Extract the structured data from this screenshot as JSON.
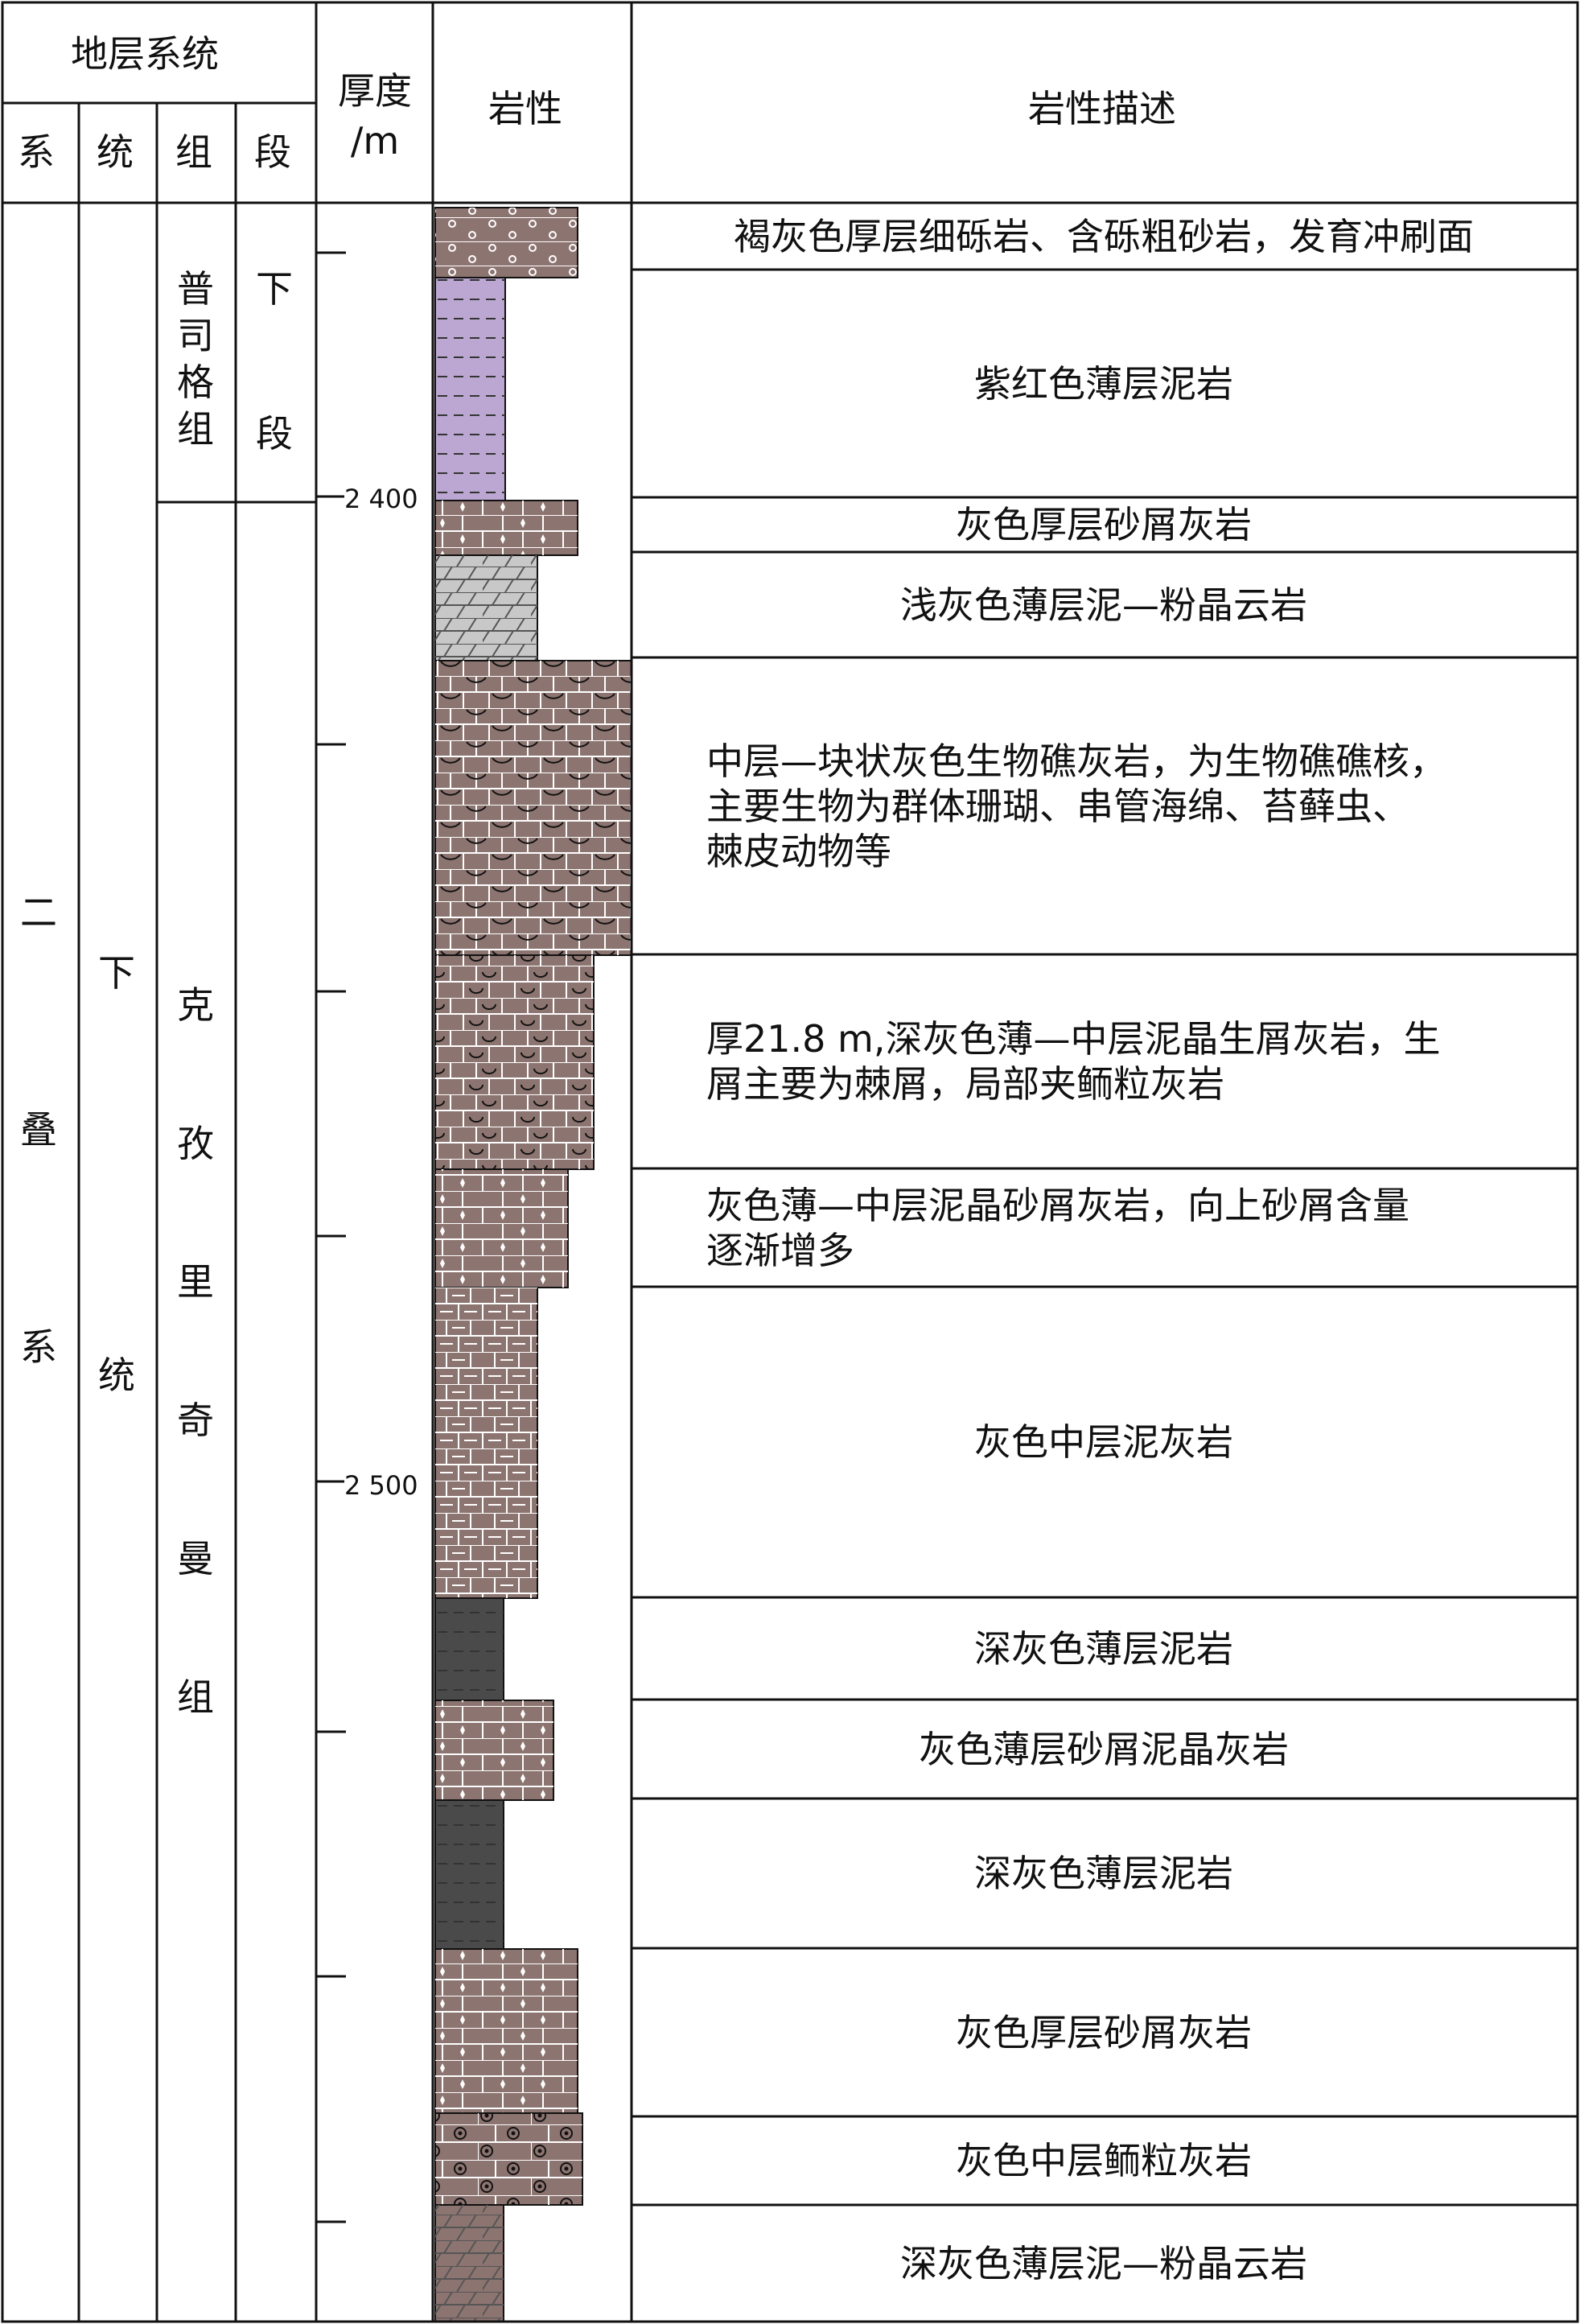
{
  "header": {
    "stratigraphy": "地层系统",
    "system": "系",
    "series": "统",
    "formation": "组",
    "member": "段",
    "thickness": "厚度\n/m",
    "lithology": "岩性",
    "description": "岩性描述"
  },
  "strata": {
    "system": "二叠系",
    "series": "下统",
    "formation_upper": "普司格组",
    "member_upper": "下段",
    "formation_lower": "克孜里奇曼组"
  },
  "depth_labels": [
    "2 400",
    "2 500"
  ],
  "colors": {
    "brown": "#8c7470",
    "purple": "#bca7d3",
    "light_gray": "#c8c8c8",
    "dark": "#4a4a4a"
  },
  "layers": [
    {
      "description": "褐灰色厚层细砾岩、含砾粗砂岩，发育冲刷面",
      "pattern": "conglomerate",
      "color": "brown"
    },
    {
      "description": "紫红色薄层泥岩",
      "pattern": "mudstone",
      "color": "purple"
    },
    {
      "description": "灰色厚层砂屑灰岩",
      "pattern": "calcarenite",
      "color": "brown"
    },
    {
      "description": "浅灰色薄层泥—粉晶云岩",
      "pattern": "dolomite",
      "color": "light_gray"
    },
    {
      "description": "中层—块状灰色生物礁灰岩，为生物礁礁核，\n主要生物为群体珊瑚、串管海绵、苔藓虫、\n棘皮动物等",
      "pattern": "reef",
      "color": "brown"
    },
    {
      "description": "厚21.8 m,深灰色薄—中层泥晶生屑灰岩，生\n屑主要为棘屑，局部夹鲕粒灰岩",
      "pattern": "bioclastic",
      "color": "brown"
    },
    {
      "description": "灰色薄—中层泥晶砂屑灰岩，向上砂屑含量\n逐渐增多",
      "pattern": "calcarenite",
      "color": "brown"
    },
    {
      "description": "灰色中层泥灰岩",
      "pattern": "marl",
      "color": "brown"
    },
    {
      "description": "深灰色薄层泥岩",
      "pattern": "mudstone",
      "color": "dark"
    },
    {
      "description": "灰色薄层砂屑泥晶灰岩",
      "pattern": "calcarenite",
      "color": "brown"
    },
    {
      "description": "深灰色薄层泥岩",
      "pattern": "mudstone",
      "color": "dark"
    },
    {
      "description": "灰色厚层砂屑灰岩",
      "pattern": "calcarenite",
      "color": "brown"
    },
    {
      "description": "灰色中层鲕粒灰岩",
      "pattern": "oolitic",
      "color": "brown"
    },
    {
      "description": "深灰色薄层泥—粉晶云岩",
      "pattern": "dolomite",
      "color": "brown"
    }
  ]
}
